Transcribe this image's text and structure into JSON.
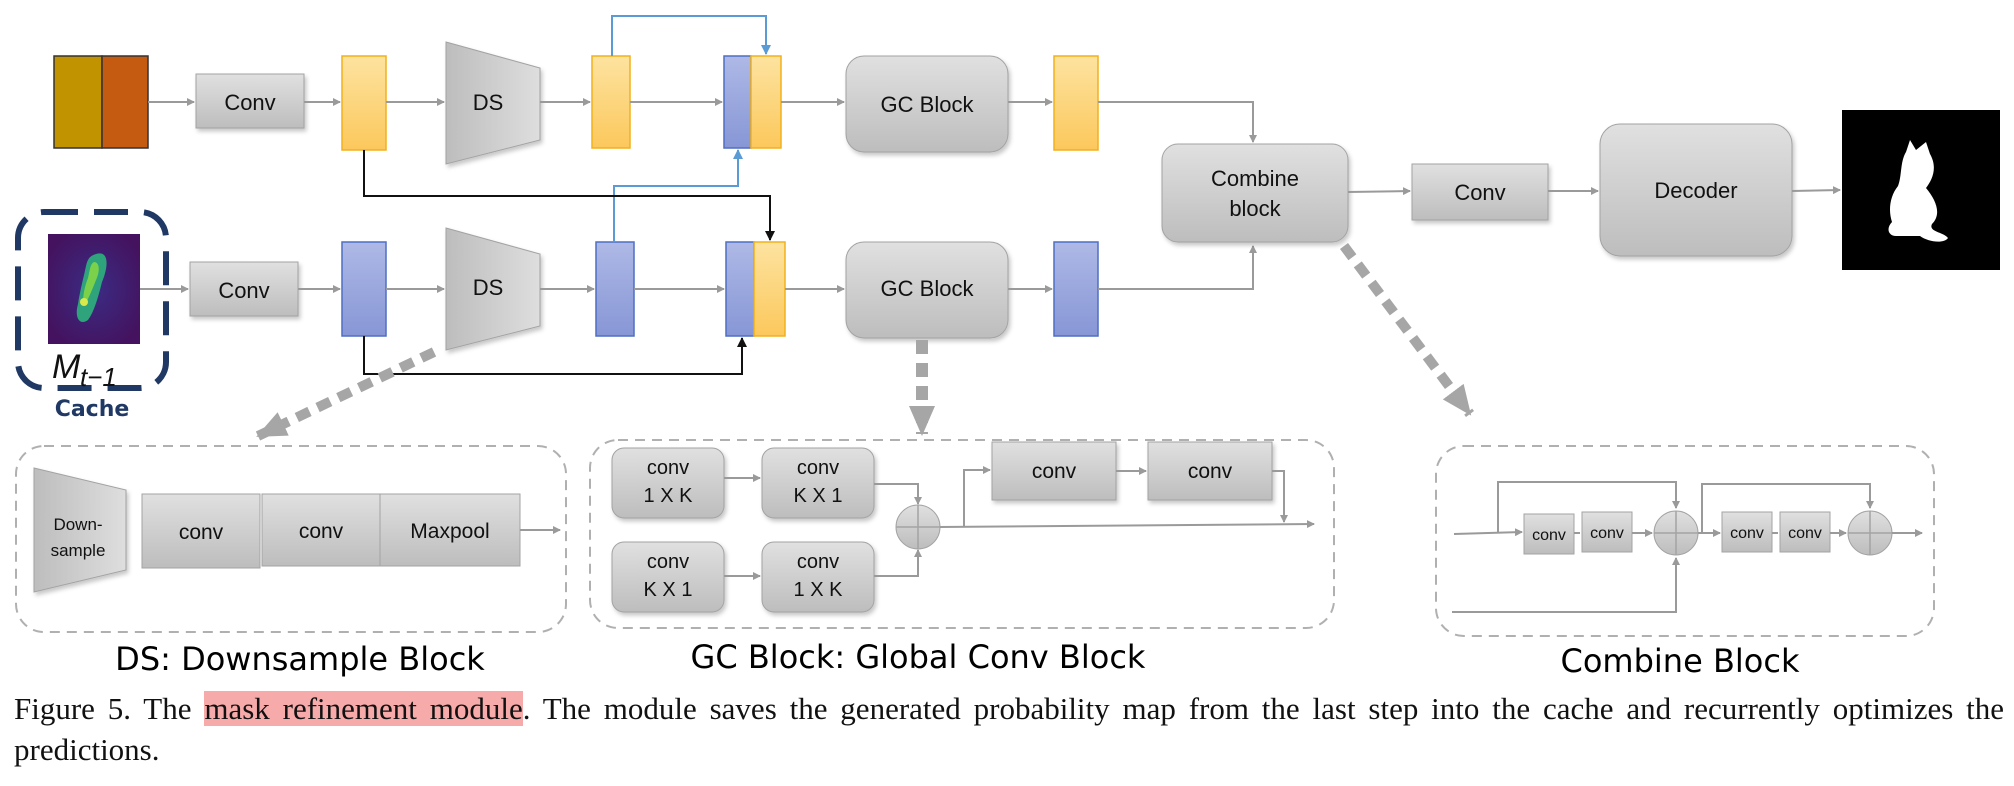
{
  "diagram": {
    "top_row": {
      "conv": "Conv",
      "ds": "DS",
      "gc": "GC Block"
    },
    "bottom_row": {
      "conv": "Conv",
      "ds": "DS",
      "gc": "GC Block"
    },
    "combine": {
      "line1": "Combine",
      "line2": "block"
    },
    "output_conv": "Conv",
    "decoder": "Decoder",
    "cache": {
      "symbol": "M",
      "subscript": "t−1",
      "label": "Cache"
    },
    "ds_block": {
      "title": "DS: Downsample Block",
      "downsample_line1": "Down-",
      "downsample_line2": "sample",
      "conv1": "conv",
      "conv2": "conv",
      "maxpool": "Maxpool"
    },
    "gc_block": {
      "title": "GC Block: Global Conv Block",
      "a1_line1": "conv",
      "a1_line2": "1 X K",
      "a2_line1": "conv",
      "a2_line2": "K X 1",
      "b1_line1": "conv",
      "b1_line2": "K X 1",
      "b2_line1": "conv",
      "b2_line2": "1 X K",
      "conv3": "conv",
      "conv4": "conv"
    },
    "combine_block": {
      "title": "Combine Block",
      "conv1": "conv",
      "conv2": "conv",
      "conv3": "conv",
      "conv4": "conv"
    },
    "colors": {
      "yellow_fill": "#fdd47c",
      "yellow_stroke": "#f2b11c",
      "blue_fill": "#97a5de",
      "blue_stroke": "#4f6fc2",
      "gray_fill": "#c9c9c9",
      "gray_stroke": "#a3a3a3",
      "rgb_gold": "#c29300",
      "rgb_orange": "#c55a11",
      "cache_border": "#1f3864",
      "arrow_blue": "#5b9bd5",
      "highlight": "#f7aaaa"
    }
  },
  "caption": {
    "prefix": "Figure 5. The ",
    "highlight": "mask refinement module",
    "suffix": ". The module saves the generated probability map from the last step into the cache and recurrently optimizes the predictions."
  }
}
